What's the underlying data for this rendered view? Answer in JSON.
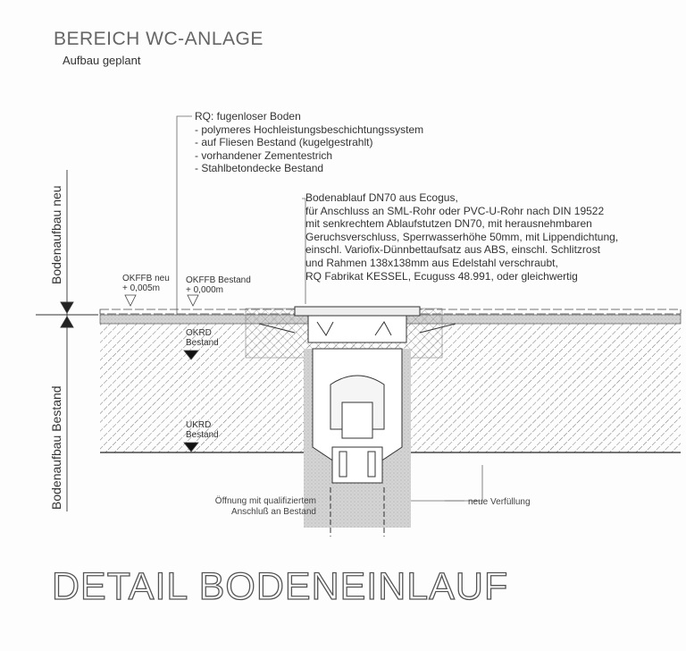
{
  "header": {
    "title": "BEREICH WC-ANLAGE",
    "subtitle": "Aufbau geplant"
  },
  "annotations": {
    "floor_build_up": [
      "RQ: fugenloser Boden",
      "- polymeres Hochleistungsbeschichtungssystem",
      "- auf Fliesen Bestand (kugelgestrahlt)",
      "- vorhandener Zementestrich",
      "- Stahlbetondecke Bestand"
    ],
    "drain": [
      "Bodenablauf DN70 aus Ecogus,",
      "für Anschluss an SML-Rohr oder PVC-U-Rohr nach DIN 19522",
      "mit senkrechtem Ablaufstutzen DN70, mit herausnehmbaren",
      "Geruchsverschluss, Sperrwasserhöhe 50mm, mit Lippendichtung,",
      "einschl. Variofix-Dünnbettaufsatz aus ABS, einschl. Schlitzrost",
      "und Rahmen 138x138mm aus Edelstahl verschraubt,",
      "RQ Fabrikat KESSEL, Ecuguss 48.991, oder gleichwertig"
    ],
    "opening": [
      "Öffnung mit qualifiziertem",
      "Anschluß an Bestand"
    ],
    "refill": "neue Verfüllung"
  },
  "levels": {
    "okffb_neu": [
      "OKFFB neu",
      "+ 0,005m"
    ],
    "okffb_bestand": [
      "OKFFB Bestand",
      "+ 0,000m"
    ],
    "okrd": [
      "OKRD",
      "Bestand"
    ],
    "ukrd": [
      "UKRD",
      "Bestand"
    ]
  },
  "side_labels": {
    "new": "Bodenaufbau neu",
    "existing": "Bodenaufbau Bestand"
  },
  "footer": {
    "title": "DETAIL BODENEINLAUF"
  }
}
